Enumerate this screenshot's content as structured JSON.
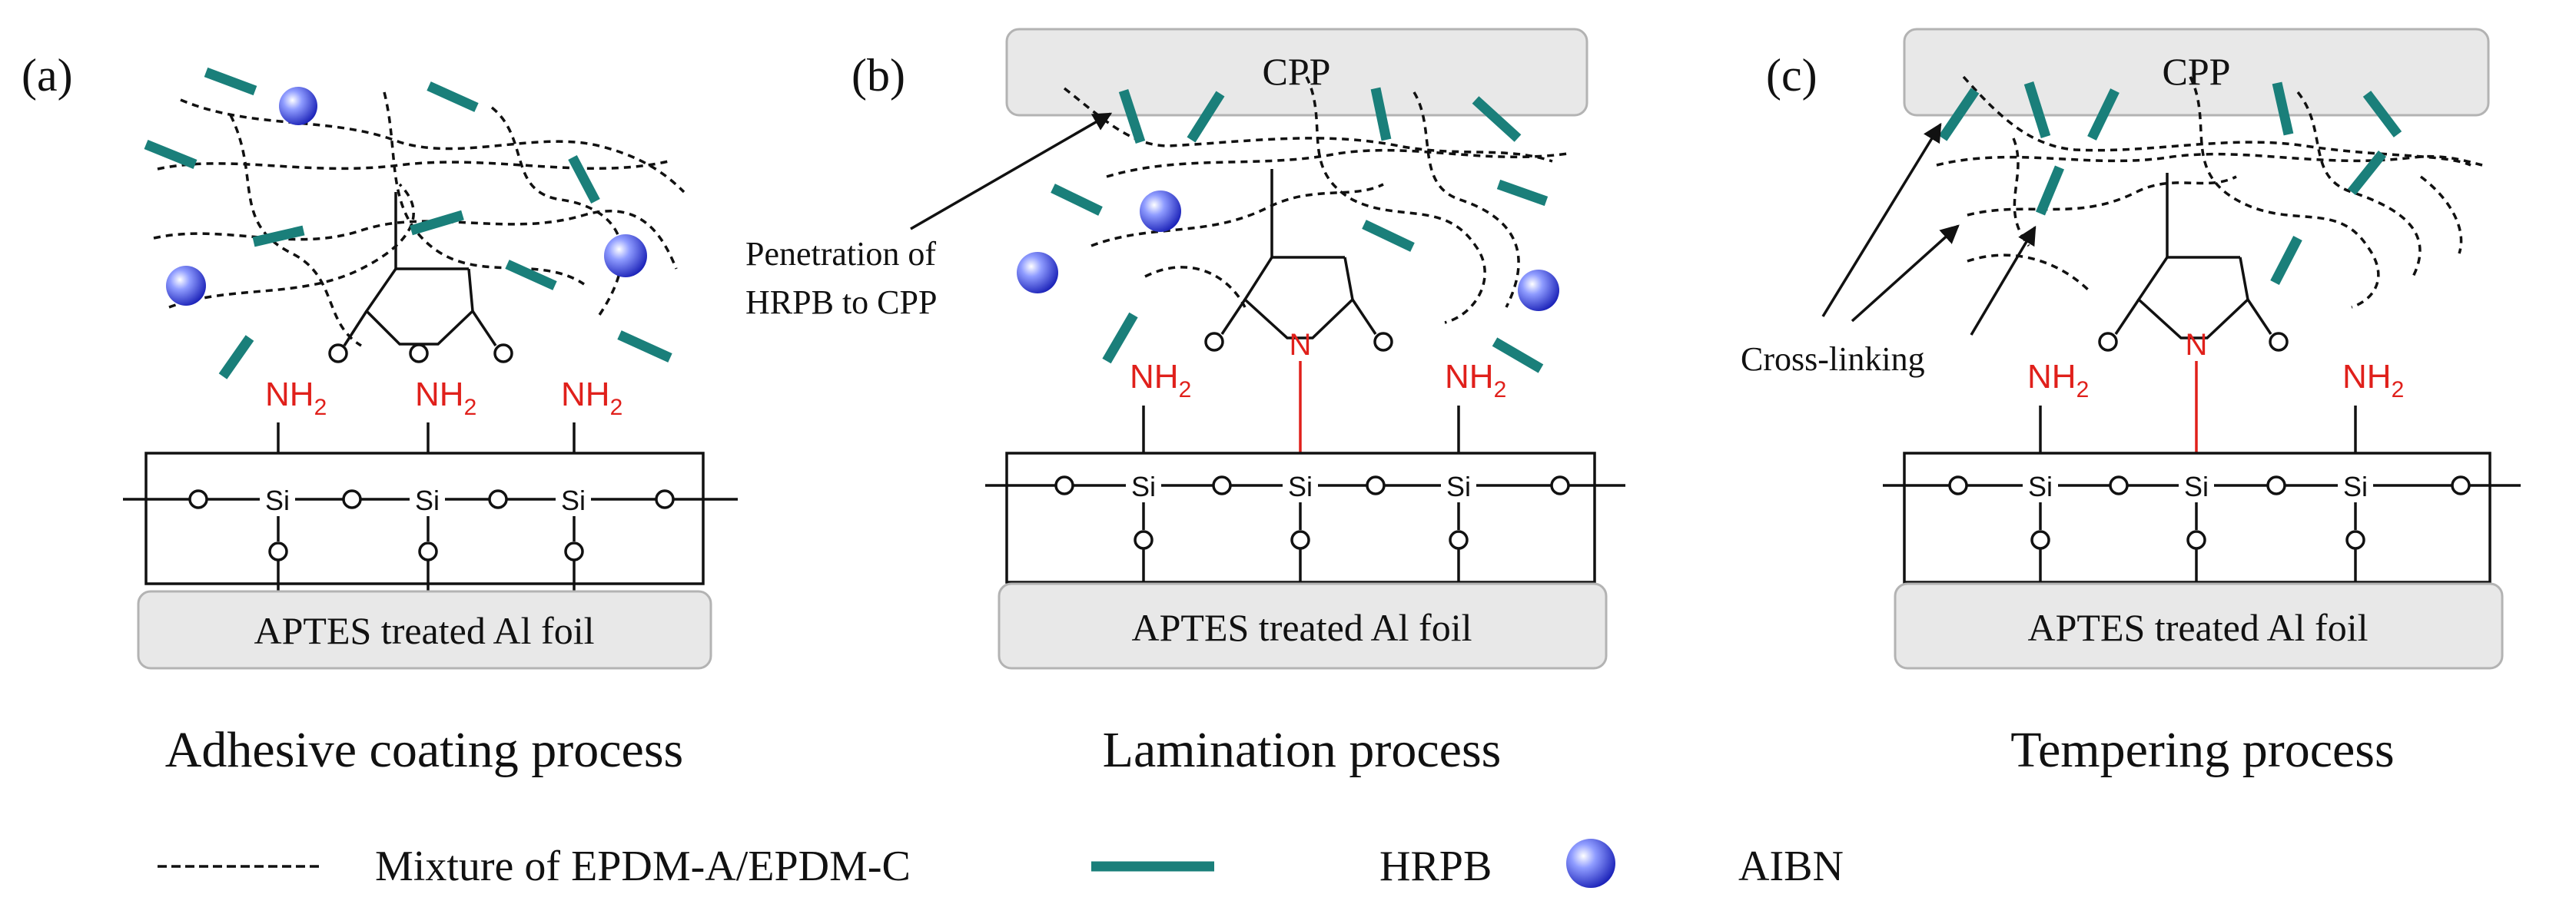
{
  "panels": [
    {
      "letter": "(a)",
      "caption": "Adhesive coating process",
      "top_layer": "",
      "substrate": "APTES treated Al foil"
    },
    {
      "letter": "(b)",
      "caption": "Lamination process",
      "top_layer": "CPP",
      "substrate": "APTES treated Al foil",
      "annotation": {
        "line1": "Penetration of",
        "line2": "HRPB to CPP"
      }
    },
    {
      "letter": "(c)",
      "caption": "Tempering process",
      "top_layer": "CPP",
      "substrate": "APTES treated Al foil",
      "annotation": {
        "line1": "Cross-linking"
      }
    }
  ],
  "chem": {
    "amine": "NH",
    "amine_sub": "2",
    "silicon": "Si",
    "oxygen": "O",
    "nitrogen": "N"
  },
  "legend": [
    {
      "symbol": "dashed-line",
      "label": "Mixture of EPDM-A/EPDM-C"
    },
    {
      "symbol": "teal-bar",
      "label": "HRPB"
    },
    {
      "symbol": "blue-sphere",
      "label": "AIBN"
    }
  ],
  "colors": {
    "hrpb": "#1a7f7a",
    "aibn": "#3344dd",
    "amine_bond": "#e0201b",
    "plate_fill": "#e8e8e8"
  }
}
